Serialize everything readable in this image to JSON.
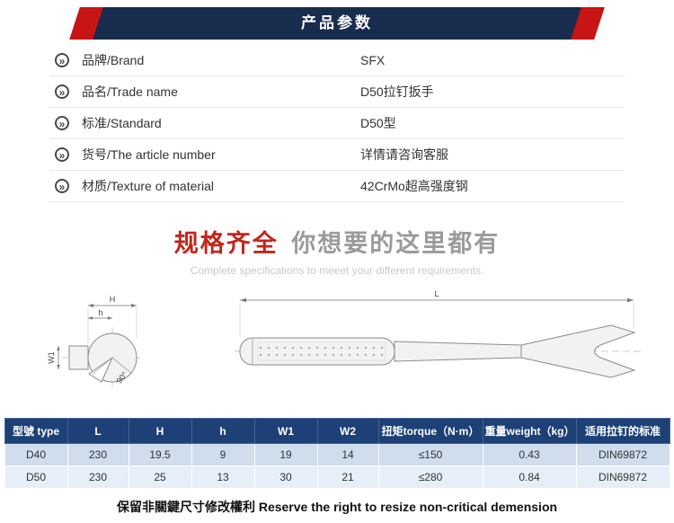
{
  "banner": {
    "title": "产品参数"
  },
  "params": {
    "bullet_glyph": "»",
    "rows": [
      {
        "label": "品牌/Brand",
        "value": "SFX"
      },
      {
        "label": "品名/Trade name",
        "value": "D50拉钉扳手"
      },
      {
        "label": "标准/Standard",
        "value": "D50型"
      },
      {
        "label": "货号/The article number",
        "value": "详情请咨询客服"
      },
      {
        "label": "材质/Texture of material",
        "value": "42CrMo超高强度钢"
      }
    ]
  },
  "headline": {
    "red_text": "规格齐全",
    "gray_text": "你想要的这里都有",
    "subtitle": "Complete specifications to meeet your different requirements."
  },
  "drawing": {
    "dim_H": "H",
    "dim_h": "h",
    "dim_W1": "W1",
    "dim_angle": "90°",
    "dim_L": "L"
  },
  "spec_table": {
    "headers": [
      "型號 type",
      "L",
      "H",
      "h",
      "W1",
      "W2",
      "扭矩torque（N·m）",
      "重量weight（kg）",
      "适用拉钉的标准"
    ],
    "rows": [
      [
        "D40",
        "230",
        "19.5",
        "9",
        "19",
        "14",
        "≤150",
        "0.43",
        "DIN69872"
      ],
      [
        "D50",
        "230",
        "25",
        "13",
        "30",
        "21",
        "≤280",
        "0.84",
        "DIN69872"
      ]
    ]
  },
  "footer": {
    "note": "保留非關鍵尺寸修改權利 Reserve the right to resize non-critical demension"
  },
  "colors": {
    "banner_navy": "#182c4e",
    "ribbon_red": "#c71414",
    "table_header_blue": "#1d4077",
    "row_blue_1": "#cfdded",
    "row_blue_2": "#e6eef7",
    "headline_red": "#c1251b"
  }
}
